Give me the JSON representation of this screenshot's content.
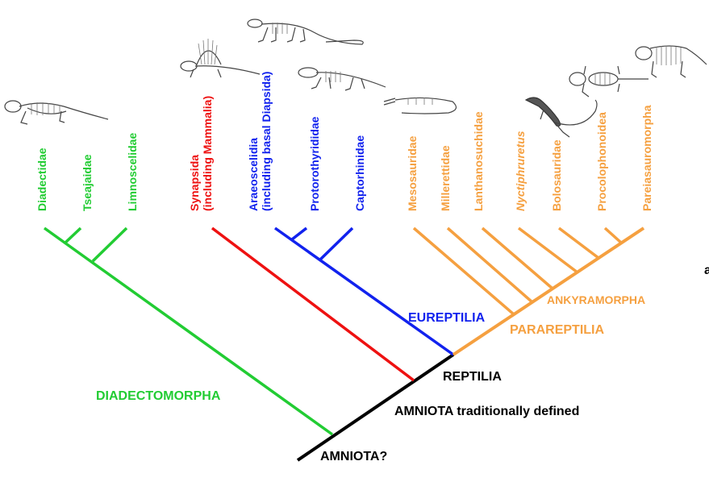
{
  "colors": {
    "diadectomorpha": "#22cc33",
    "synapsida": "#ee1111",
    "eureptilia": "#1122ee",
    "parareptilia": "#f5a040",
    "amniota": "#000000"
  },
  "taxa": [
    {
      "name": "Diadectidae",
      "line2": "",
      "group": "diadectomorpha",
      "italic": false
    },
    {
      "name": "Tseajaidae",
      "line2": "",
      "group": "diadectomorpha",
      "italic": false
    },
    {
      "name": "Limnoscelidae",
      "line2": "",
      "group": "diadectomorpha",
      "italic": false
    },
    {
      "name": "Synapsida",
      "line2": "(including Mammalia)",
      "group": "synapsida",
      "italic": false
    },
    {
      "name": "Araeoscelidia",
      "line2": "(including basal Diapsida)",
      "group": "eureptilia",
      "italic": false
    },
    {
      "name": "Protorothyrididae",
      "line2": "",
      "group": "eureptilia",
      "italic": false
    },
    {
      "name": "Captorhinidae",
      "line2": "",
      "group": "eureptilia",
      "italic": false
    },
    {
      "name": "Mesosauridae",
      "line2": "",
      "group": "parareptilia",
      "italic": false
    },
    {
      "name": "Millerettidae",
      "line2": "",
      "group": "parareptilia",
      "italic": false
    },
    {
      "name": "Lanthanosuchidae",
      "line2": "",
      "group": "parareptilia",
      "italic": false
    },
    {
      "name": "Nyctiphruretus",
      "line2": "",
      "group": "parareptilia",
      "italic": true
    },
    {
      "name": "Bolosauridae",
      "line2": "",
      "group": "parareptilia",
      "italic": false
    },
    {
      "name": "Procolophonoidea",
      "line2": "",
      "group": "parareptilia",
      "italic": false
    },
    {
      "name": "Pareiasauromorpha",
      "line2": "",
      "group": "parareptilia",
      "italic": false
    }
  ],
  "clades": {
    "diadectomorpha": "DIADECTOMORPHA",
    "eureptilia": "EUREPTILIA",
    "parareptilia": "PARAREPTILIA",
    "ankyramorpha": "ANKYRAMORPHA",
    "reptilia": "REPTILIA",
    "amniota_traditional": "AMNIOTA traditionally defined",
    "amniota": "AMNIOTA?"
  },
  "illustrations": [
    "diadectid-skeleton",
    "dimetrodon-skeleton",
    "araeoscelid-skeleton",
    "captorhinid-skeleton",
    "mesosaur-skeleton",
    "bolosaur-drawing",
    "procolophonid-skeleton",
    "pareiasaur-skeleton"
  ],
  "edge_fragment": "a"
}
